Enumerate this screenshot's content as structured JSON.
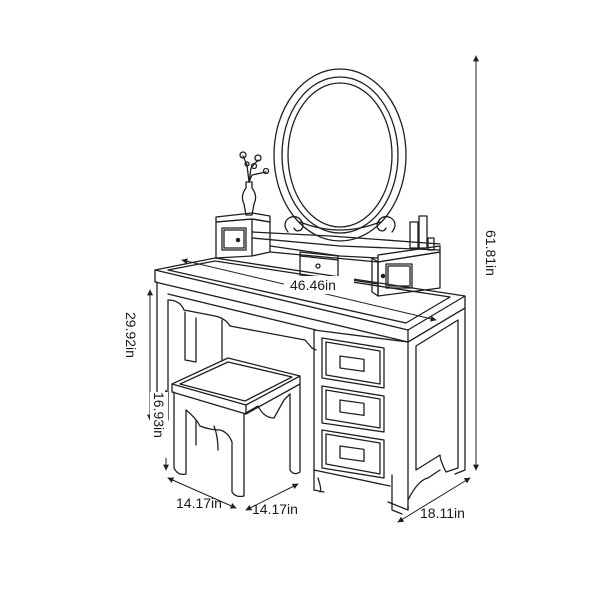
{
  "dimensions": {
    "total_height": "61.81in",
    "desk_width": "46.46in",
    "desk_height": "29.92in",
    "stool_height": "16.93in",
    "stool_width": "14.17in",
    "stool_depth": "14.17in",
    "desk_depth": "18.11in"
  },
  "colors": {
    "line": "#1f1f1f",
    "background": "#ffffff"
  }
}
